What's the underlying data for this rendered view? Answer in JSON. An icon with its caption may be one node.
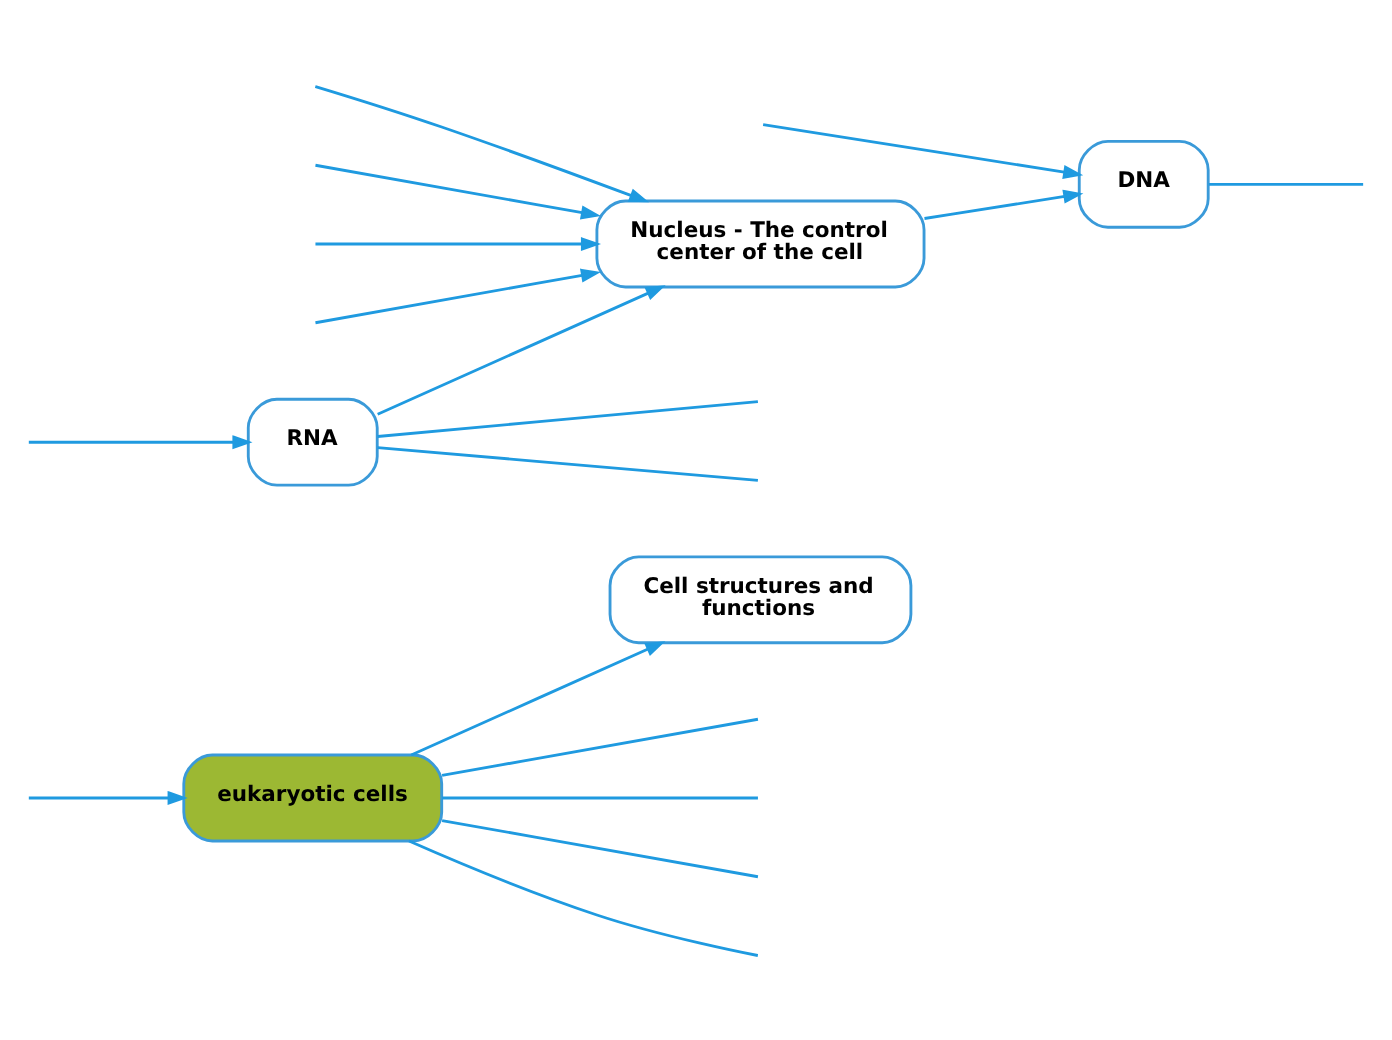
{
  "diagram": {
    "nodes": [
      {
        "text": [
          "eukaryotic cells"
        ]
      },
      {
        "text": [
          "Cell structures and functions"
        ]
      },
      {
        "text": [
          "RNA"
        ]
      },
      {
        "text": [
          "DNA"
        ]
      },
      {
        "text": [
          "Nucleus - The control center of the cell"
        ]
      }
    ],
    "edges": [
      {
        "from": 0,
        "to": 1,
        "arrow": "to"
      },
      {
        "from": 2,
        "to": 4,
        "arrow": "to"
      },
      {
        "from": 4,
        "to": 3,
        "arrow": "to"
      },
      {
        "from": null,
        "to": 3,
        "arrow": "to"
      },
      {
        "from": 0,
        "to": null,
        "arrow": "none"
      },
      {
        "from": 0,
        "to": null,
        "arrow": "none"
      },
      {
        "from": 0,
        "to": null,
        "arrow": "none"
      },
      {
        "from": 0,
        "to": null,
        "arrow": "none"
      },
      {
        "from": null,
        "to": 0,
        "arrow": "to"
      },
      {
        "from": null,
        "to": 4,
        "arrow": "to"
      },
      {
        "from": null,
        "to": 4,
        "arrow": "to"
      },
      {
        "from": null,
        "to": 4,
        "arrow": "to"
      },
      {
        "from": null,
        "to": 4,
        "arrow": "to"
      },
      {
        "from": 2,
        "to": null,
        "arrow": "none"
      },
      {
        "from": 2,
        "to": null,
        "arrow": "none"
      },
      {
        "from": null,
        "to": 2,
        "arrow": "to"
      },
      {
        "from": 3,
        "to": null,
        "arrow": "none"
      }
    ]
  }
}
